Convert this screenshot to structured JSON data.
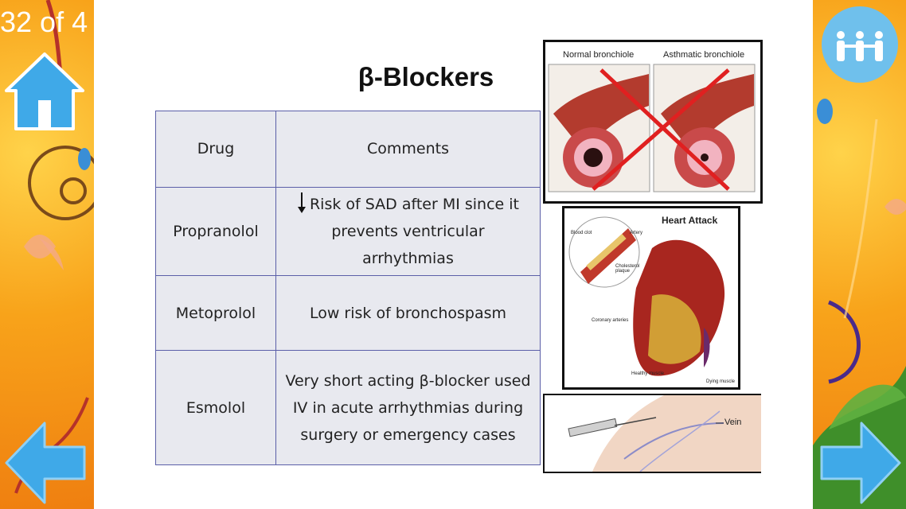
{
  "page_counter": "32 of 4",
  "slide": {
    "title": "β-Blockers",
    "table": {
      "headers": [
        "Drug",
        "Comments"
      ],
      "rows": [
        {
          "drug": "Propranolol",
          "comment": "Risk of SAD after MI since it prevents ventricular arrhythmias",
          "comment_prefix_icon": "down-arrow"
        },
        {
          "drug": "Metoprolol",
          "comment": "Low risk of bronchospasm"
        },
        {
          "drug": "Esmolol",
          "comment": "Very short acting β-blocker used IV in acute arrhythmias during surgery or emergency cases"
        }
      ]
    },
    "figures": {
      "bronchiole": {
        "label_left": "Normal bronchiole",
        "label_right": "Asthmatic bronchiole"
      },
      "heart": {
        "title": "Heart Attack",
        "labels": {
          "blood_clot": "Blood clot",
          "artery": "Artery",
          "cholesterol": "Cholesterol plaque",
          "coronary": "Coronary arteries",
          "healthy": "Healthy muscle",
          "dying": "Dying muscle"
        }
      },
      "vein": {
        "label": "Vein"
      }
    }
  },
  "nav": {
    "home_icon": "home-icon",
    "people_icon": "family-icon",
    "prev_icon": "arrow-left-icon",
    "next_icon": "arrow-right-icon"
  },
  "colors": {
    "table_border": "#5b5fa8",
    "table_bg": "#e8e9ef",
    "background_orange": "#f5a21a",
    "nav_blue": "#3fa9e8"
  }
}
